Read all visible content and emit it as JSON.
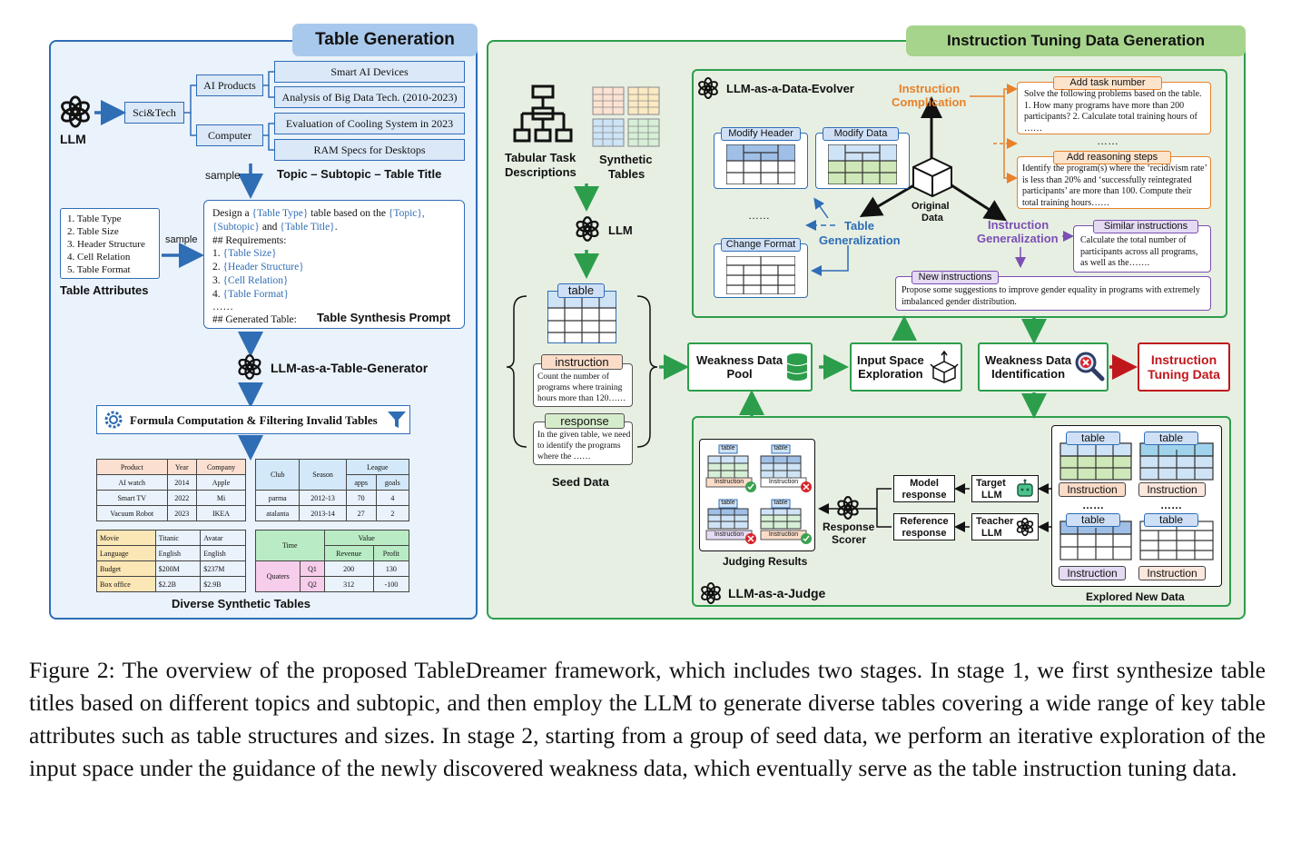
{
  "left_panel": {
    "title": "Table Generation",
    "llm_label": "LLM",
    "topic": "Sci&Tech",
    "subtopics": [
      "AI Products",
      "Computer"
    ],
    "table_titles": [
      "Smart AI Devices",
      "Analysis of Big Data Tech. (2010-2023)",
      "Evaluation of Cooling System in 2023",
      "RAM Specs for Desktops"
    ],
    "sample_label_1": "sample",
    "sample_label_2": "sample",
    "hierarchy_label": "Topic – Subtopic – Table Title",
    "attributes": [
      "1. Table Type",
      "2. Table Size",
      "3. Header Structure",
      "4. Cell Relation",
      "5. Table Format"
    ],
    "attributes_label": "Table Attributes",
    "prompt_line1a": "Design a ",
    "prompt_line1b": "{Table Type}",
    "prompt_line1c": " table based on the ",
    "prompt_line1d": "{Topic},",
    "prompt_line2a": "{Subtopic}",
    "prompt_line2b": " and ",
    "prompt_line2c": "{Table Title}",
    "prompt_line2d": ".",
    "prompt_req": "## Requirements:",
    "prompt_items": [
      "1. ",
      "{Table Size}",
      "2. ",
      "{Header Structure}",
      "3. ",
      "{Cell Relation}",
      "4. ",
      "{Table Format}"
    ],
    "prompt_dots": "……",
    "prompt_gen": "## Generated Table:",
    "prompt_label": "Table Synthesis Prompt",
    "generator_label": "LLM-as-a-Table-Generator",
    "filter_label": "Formula Computation & Filtering Invalid Tables",
    "tables_label": "Diverse Synthetic Tables",
    "table1": {
      "header": [
        "Product",
        "Year",
        "Company"
      ],
      "rows": [
        [
          "AI watch",
          "2014",
          "Apple"
        ],
        [
          "Smart TV",
          "2022",
          "Mi"
        ],
        [
          "Vacuum Robot",
          "2023",
          "IKEA"
        ]
      ]
    },
    "table2": {
      "h_club": "Club",
      "h_season": "Season",
      "h_league": "League",
      "h_apps": "apps",
      "h_goals": "goals",
      "rows": [
        [
          "parma",
          "2012-13",
          "70",
          "4"
        ],
        [
          "atalanta",
          "2013-14",
          "27",
          "2"
        ]
      ]
    },
    "table3": {
      "rows": [
        [
          "Movie",
          "Titanic",
          "Avatar"
        ],
        [
          "Language",
          "English",
          "English"
        ],
        [
          "Budget",
          "$200M",
          "$237M"
        ],
        [
          "Box office",
          "$2.2B",
          "$2.9B"
        ]
      ]
    },
    "table4": {
      "h_time": "Time",
      "h_value": "Value",
      "h_revenue": "Revenue",
      "h_profit": "Profit",
      "h_quaters": "Quaters",
      "rows": [
        [
          "Q1",
          "200",
          "130"
        ],
        [
          "Q2",
          "312",
          "-100"
        ]
      ]
    }
  },
  "right_panel": {
    "title": "Instruction Tuning Data Generation",
    "task_desc_label_1": "Tabular Task",
    "task_desc_label_2": "Descriptions",
    "synthetic_label_1": "Synthetic",
    "synthetic_label_2": "Tables",
    "llm_label": "LLM",
    "seed_table_chip": "table",
    "instruction_chip": "instruction",
    "instruction_text": "Count the number of programs where training hours more than 120……",
    "response_chip": "response",
    "response_text": "In the given table, we need to identify the programs where the ……",
    "seed_label": "Seed Data",
    "evolver_label": "LLM-as-a-Data-Evolver",
    "modify_header": "Modify Header",
    "modify_data": "Modify Data",
    "change_format": "Change Format",
    "dots": "……",
    "table_generalization_1": "Table",
    "table_generalization_2": "Generalization",
    "original_data_1": "Original",
    "original_data_2": "Data",
    "instr_complication_1": "Instruction",
    "instr_complication_2": "Complication",
    "instr_generalization_1": "Instruction",
    "instr_generalization_2": "Generalization",
    "add_task_number": "Add task number",
    "task_number_text": "Solve the following problems based on the table. 1. How many programs have more than 200 participants? 2. Calculate total training hours of ……",
    "middle_dots": "……",
    "add_reasoning": "Add reasoning steps",
    "reasoning_text": "Identify the program(s) where the ‘recidivism rate’ is less than 20% and ‘successfully reintegrated participants’ are more than 100. Compute their total training hours……",
    "similar_instructions": "Similar instructions",
    "similar_text": "Calculate the total number of participants across all programs, as well as the…….",
    "new_instructions": "New instructions",
    "new_text": "Propose some suggestions to improve gender equality in programs with extremely imbalanced gender distribution.",
    "weakness_pool_1": "Weakness Data",
    "weakness_pool_2": "Pool",
    "input_space_1": "Input Space",
    "input_space_2": "Exploration",
    "weakness_ident_1": "Weakness Data",
    "weakness_ident_2": "Identification",
    "instruction_tuning_1": "Instruction",
    "instruction_tuning_2": "Tuning Data",
    "judge_label": "LLM-as-a-Judge",
    "judging_results": "Judging Results",
    "response_scorer_1": "Response",
    "response_scorer_2": "Scorer",
    "model_response_1": "Model",
    "model_response_2": "response",
    "reference_response_1": "Reference",
    "reference_response_2": "response",
    "target_llm_1": "Target",
    "target_llm_2": "LLM",
    "teacher_llm_1": "Teacher",
    "teacher_llm_2": "LLM",
    "explored_label": "Explored New Data",
    "table_chip": "table",
    "instruction_word": "Instruction",
    "judge_instruction_word": "Instruction"
  },
  "caption": "Figure 2: The overview of the proposed TableDreamer framework, which includes two stages. In stage 1, we first synthesize table titles based on different topics and subtopic, and then employ the LLM to generate diverse tables covering a wide range of key table attributes such as table structures and sizes. In stage 2, starting from a group of seed data, we perform an iterative exploration of the input space under the guidance of the newly discovered weakness data, which eventually serve as the table instruction tuning data.",
  "colors": {
    "left_border": "#2f6db5",
    "left_bg": "#eaf2fb",
    "right_border": "#2c9e4b",
    "right_bg": "#e7efe3",
    "orange": "#e7812a",
    "purple": "#7b4fb3",
    "red": "#c0171c"
  }
}
